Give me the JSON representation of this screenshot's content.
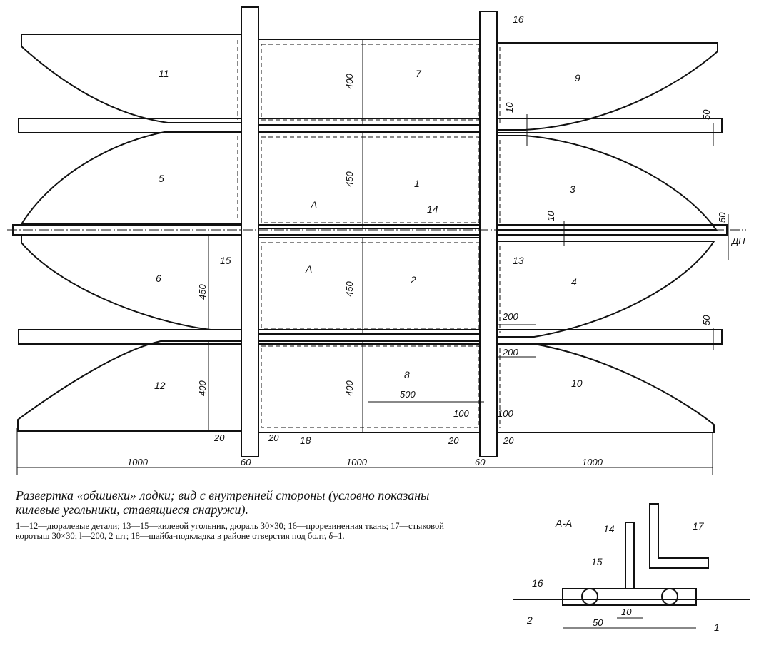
{
  "diagram": {
    "panel_labels": [
      "1",
      "2",
      "3",
      "4",
      "5",
      "6",
      "7",
      "8",
      "9",
      "10",
      "11",
      "12"
    ],
    "callouts": {
      "c13": "13",
      "c14": "14",
      "c15": "15",
      "c16": "16",
      "c18": "18"
    },
    "section_marks": {
      "a_upper": "A",
      "a_lower": "A"
    },
    "dimensions": {
      "d400a": "400",
      "d450a": "450",
      "d450b": "450",
      "d400b": "400",
      "d450c": "450",
      "d400c": "400",
      "d10a": "10",
      "d10b": "10",
      "d50a": "50",
      "d50b": "50",
      "d50c": "50",
      "d200a": "200",
      "d200b": "200",
      "d500": "500",
      "d100a": "100",
      "d100b": "100",
      "d20a": "20",
      "d20b": "20",
      "d20c": "20",
      "d20d": "20",
      "d1000a": "1000",
      "d1000b": "1000",
      "d1000c": "1000",
      "d60a": "60",
      "d60b": "60"
    },
    "dp_label": "ДП"
  },
  "caption": {
    "main": "Развертка «обшивки» лодки; вид с внутренней стороны (условно показаны килевые угольники, ставящиеся снаружи).",
    "legend": "1—12—дюралевые детали; 13—15—килевой угольник, дюраль 30×30; 16—прорезиненная ткань; 17—стыковой коротыш 30×30; l—200, 2 шт; 18—шайба-подкладка в районе отверстия под болт, δ=1."
  },
  "section_view": {
    "title": "А-А",
    "labels": {
      "s14": "14",
      "s17": "17",
      "s15": "15",
      "s16": "16",
      "s2": "2",
      "s1": "1"
    },
    "dims": {
      "s50": "50",
      "s10": "10"
    }
  }
}
